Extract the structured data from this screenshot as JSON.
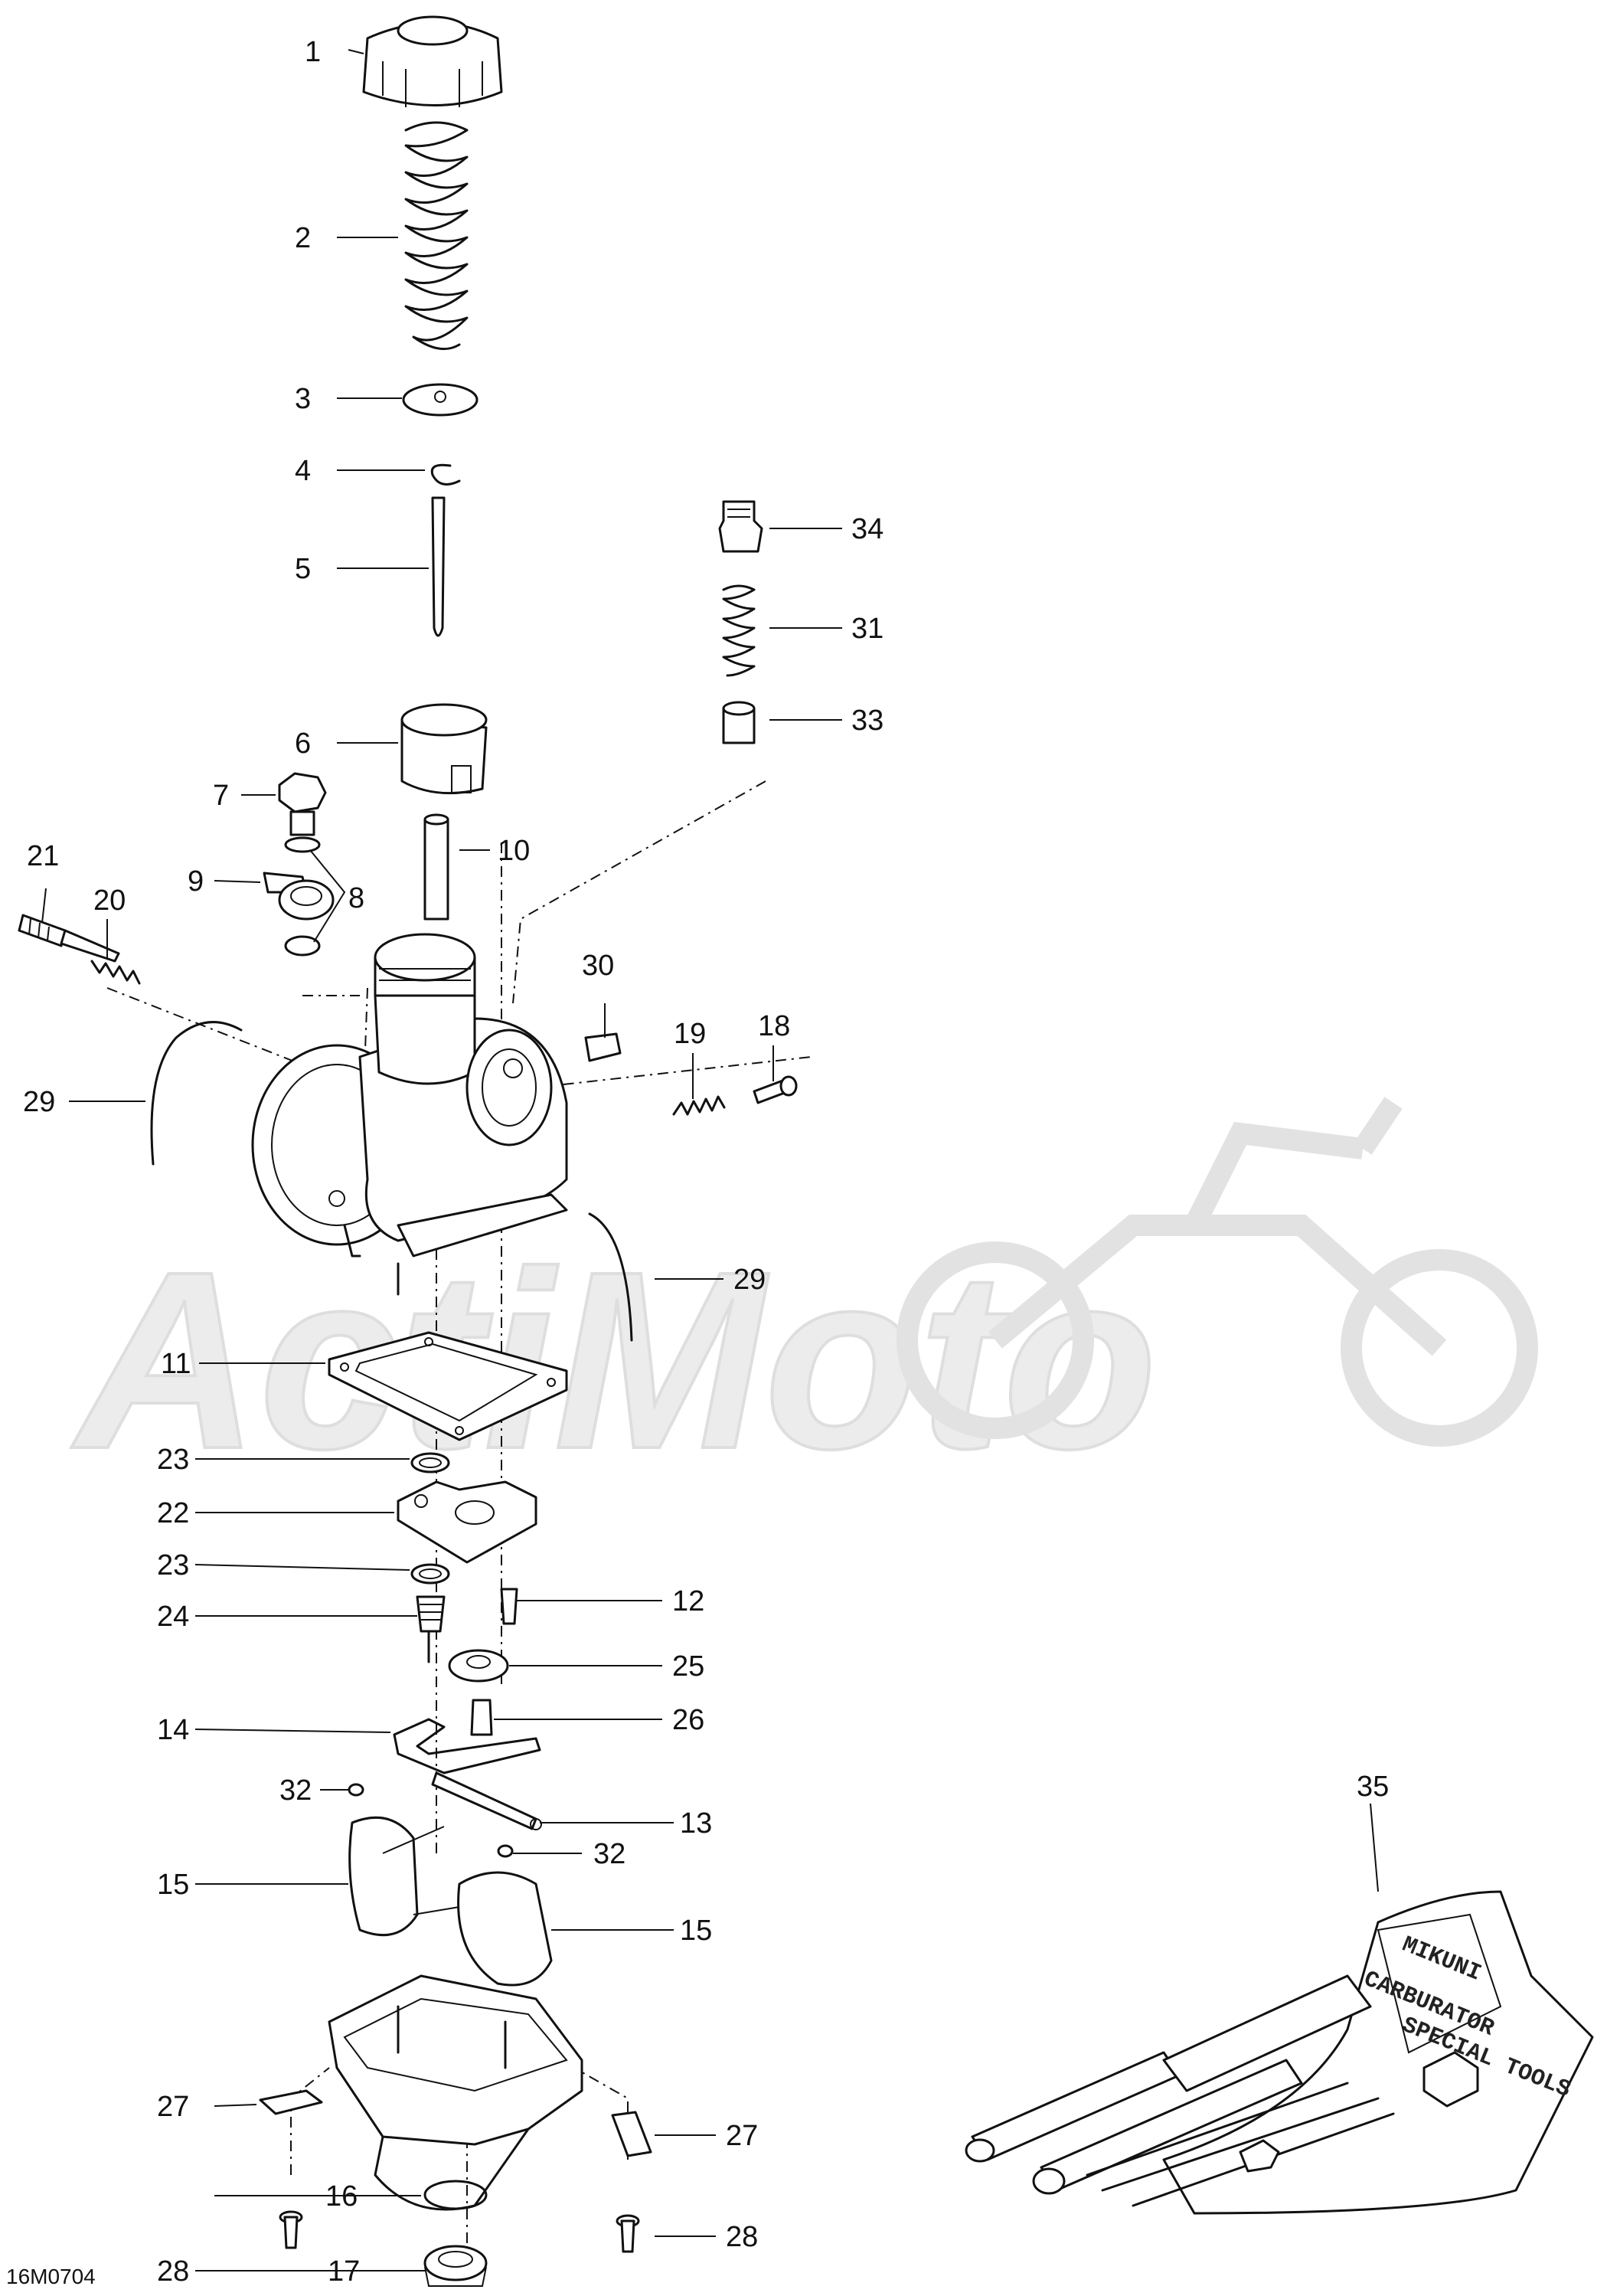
{
  "diagram_code": "16M0704",
  "watermark": "ActiMoto",
  "toolkit_label": {
    "brand": "MIKUNI",
    "line1": "CARBURATOR",
    "line2": "SPECIAL TOOLS"
  },
  "callouts": {
    "c1": "1",
    "c2": "2",
    "c3": "3",
    "c4": "4",
    "c5": "5",
    "c6": "6",
    "c7": "7",
    "c8": "8",
    "c9": "9",
    "c10": "10",
    "c11": "11",
    "c12": "12",
    "c13": "13",
    "c14": "14",
    "c15a": "15",
    "c15b": "15",
    "c16": "16",
    "c17": "17",
    "c18": "18",
    "c19": "19",
    "c20": "20",
    "c21": "21",
    "c22": "22",
    "c23a": "23",
    "c23b": "23",
    "c24": "24",
    "c25": "25",
    "c26": "26",
    "c27a": "27",
    "c27b": "27",
    "c28a": "28",
    "c28b": "28",
    "c29a": "29",
    "c29b": "29",
    "c30": "30",
    "c31": "31",
    "c32a": "32",
    "c32b": "32",
    "c33": "33",
    "c34": "34",
    "c35": "35"
  }
}
